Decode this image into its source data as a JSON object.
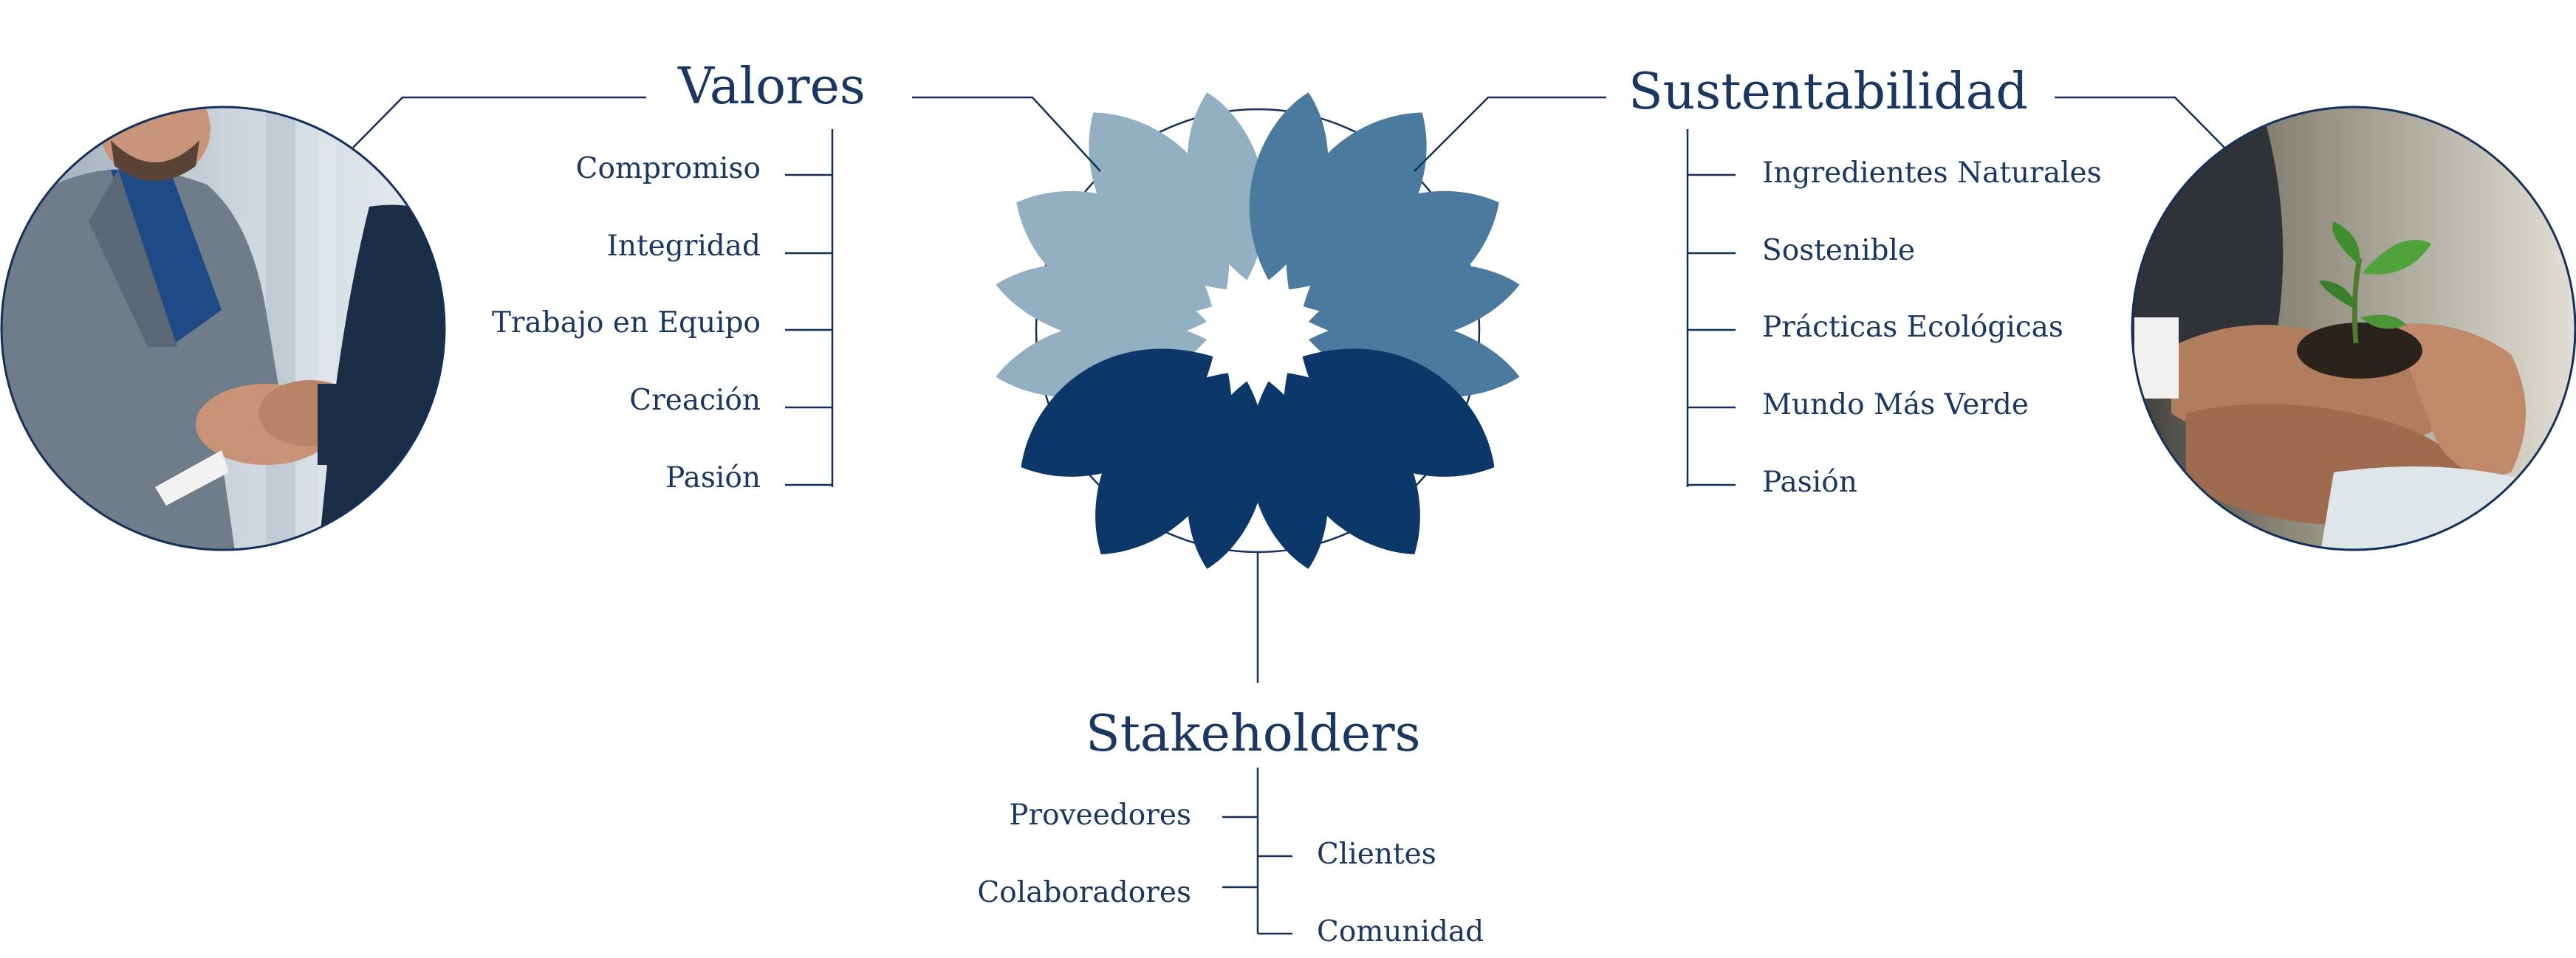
{
  "valores": {
    "title": "Valores",
    "items": [
      "Compromiso",
      "Integridad",
      "Trabajo en Equipo",
      "Creación",
      "Pasión"
    ]
  },
  "sustentabilidad": {
    "title": "Sustentabilidad",
    "items": [
      "Ingredientes Naturales",
      "Sostenible",
      "Prácticas Ecológicas",
      "Mundo Más Verde",
      "Pasión"
    ]
  },
  "stakeholders": {
    "title": "Stakeholders",
    "left_items": [
      "Proveedores",
      "Colaboradores"
    ],
    "right_items": [
      "Clientes",
      "Comunidad"
    ]
  },
  "colors": {
    "dark": "#0b3868",
    "mid": "#4a7b9e",
    "light": "#93afc2",
    "line": "#14315c",
    "text": "#1a3762"
  },
  "icons": {
    "left_photo": "handshake-photo",
    "right_photo": "seedling-in-hands-photo",
    "center": "leaf-flower-icon"
  }
}
